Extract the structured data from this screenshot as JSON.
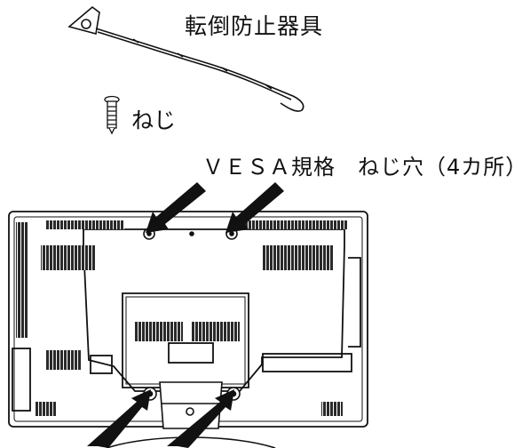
{
  "labels": {
    "anti_topple": "転倒防止器具",
    "screw": "ねじ",
    "vesa": "ＶＥＳＡ規格　ねじ穴（4カ所）"
  },
  "colors": {
    "line": "#111111",
    "hatch": "#2a2a2a",
    "background": "#ffffff"
  }
}
